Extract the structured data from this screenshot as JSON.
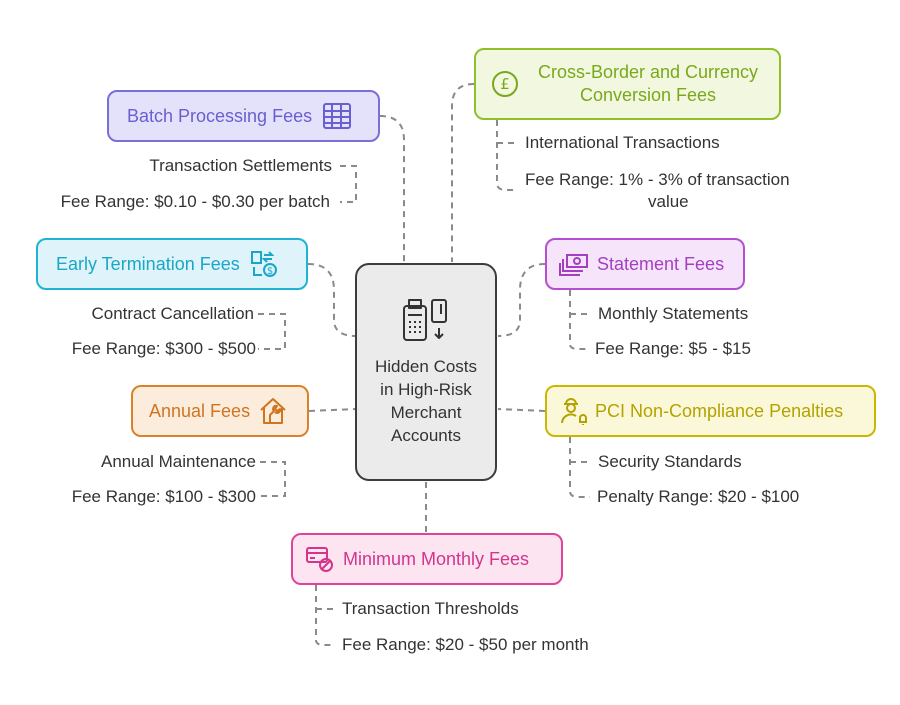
{
  "center": {
    "title": "Hidden Costs in High-Risk Merchant Accounts",
    "icon": "card-terminal-icon"
  },
  "nodes": [
    {
      "id": "batch",
      "label": "Batch Processing Fees",
      "icon": "spreadsheet-icon",
      "color": "#7b6fd6",
      "items": [
        "Transaction Settlements",
        "Fee Range: $0.10 - $0.30 per batch"
      ]
    },
    {
      "id": "crossborder",
      "label": "Cross-Border and Currency Conversion Fees",
      "label_line1": "Cross-Border and Currency",
      "label_line2": "Conversion Fees",
      "icon": "pound-coin-icon",
      "color": "#8fbf2b",
      "items": [
        "International Transactions",
        "Fee Range: 1% - 3% of transaction",
        "value"
      ]
    },
    {
      "id": "early",
      "label": "Early Termination Fees",
      "icon": "exchange-dollar-icon",
      "color": "#1fb3d4",
      "items": [
        "Contract Cancellation",
        "Fee Range: $300 - $500"
      ]
    },
    {
      "id": "statement",
      "label": "Statement Fees",
      "icon": "cash-stack-icon",
      "color": "#b44fd1",
      "items": [
        "Monthly Statements",
        "Fee Range: $5 - $15"
      ]
    },
    {
      "id": "annual",
      "label": "Annual Fees",
      "icon": "house-wrench-icon",
      "color": "#d9822b",
      "items": [
        "Annual Maintenance",
        "Fee Range: $100 - $300"
      ]
    },
    {
      "id": "pci",
      "label": "PCI Non-Compliance Penalties",
      "icon": "officer-bell-icon",
      "color": "#c9b800",
      "items": [
        "Security Standards",
        "Penalty Range: $20 - $100"
      ]
    },
    {
      "id": "minimum",
      "label": "Minimum Monthly Fees",
      "icon": "card-blocked-icon",
      "color": "#e0439a",
      "items": [
        "Transaction Thresholds",
        "Fee Range: $20 - $50 per month"
      ]
    }
  ]
}
